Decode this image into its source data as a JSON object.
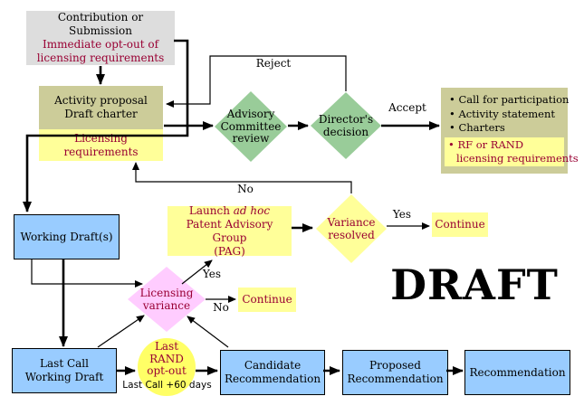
{
  "diagram": {
    "watermark": "DRAFT",
    "colors": {
      "box_gray": "#DDDDDD",
      "box_olive": "#CCCC99",
      "box_yellow": "#FFFF99",
      "box_blue": "#99CCFF",
      "circle_yellow": "#FFFF66",
      "diamond_green": "#99CC99",
      "diamond_yellow": "#FFFF99",
      "diamond_pink": "#FFCCFF",
      "text_red": "#990033"
    },
    "nodes": {
      "contribution": {
        "line1": "Contribution or Submission",
        "line2": "Immediate opt-out of",
        "line3": "licensing requirements"
      },
      "activity_proposal": {
        "line1": "Activity proposal",
        "line2": "Draft charter"
      },
      "licensing_requirements": {
        "label": "Licensing requirements"
      },
      "advisory_committee": {
        "line1": "Advisory",
        "line2": "Committee",
        "line3": "review"
      },
      "directors_decision": {
        "line1": "Director's",
        "line2": "decision"
      },
      "participation": {
        "item1": "• Call for participation",
        "item2": "• Activity statement",
        "item3": "• Charters",
        "item4_line1": "• RF or RAND",
        "item4_line2": "licensing requirements"
      },
      "pag": {
        "line1_pre": "Launch ",
        "line1_italic": "ad hoc",
        "line2": "Patent Advisory Group",
        "line3": "(PAG)"
      },
      "variance_resolved": {
        "line1": "Variance",
        "line2": "resolved"
      },
      "continue_top": {
        "label": "Continue"
      },
      "working_drafts": {
        "label": "Working Draft(s)"
      },
      "licensing_variance": {
        "line1": "Licensing",
        "line2": "variance"
      },
      "continue_mid": {
        "label": "Continue"
      },
      "last_call_working_draft": {
        "line1": "Last Call",
        "line2": "Working Draft"
      },
      "rand_opt_out": {
        "line1": "Last",
        "line2": "RAND",
        "line3": "opt-out",
        "caption": "Last Call +60 days"
      },
      "candidate_recommendation": {
        "line1": "Candidate",
        "line2": "Recommendation"
      },
      "proposed_recommendation": {
        "line1": "Proposed",
        "line2": "Recommendation"
      },
      "recommendation": {
        "label": "Recommendation"
      }
    },
    "edge_labels": {
      "reject": "Reject",
      "accept": "Accept",
      "no_variance": "No",
      "yes_variance": "Yes",
      "yes_licensing": "Yes",
      "no_licensing": "No"
    }
  }
}
